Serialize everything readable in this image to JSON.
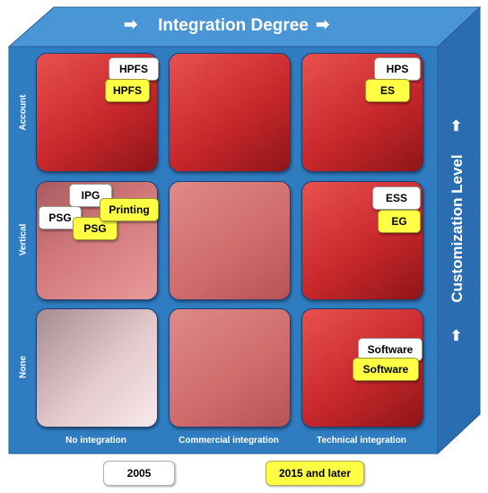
{
  "header": {
    "title": "Integration Degree",
    "arrow_left": "➡",
    "arrow_right": "➡"
  },
  "side": {
    "title": "Customization Level",
    "arrow_top": "➡",
    "arrow_bottom": "➡"
  },
  "rows": [
    "Account",
    "Vertical",
    "None"
  ],
  "columns": [
    "No integration",
    "Commercial integration",
    "Technical integration"
  ],
  "tags": {
    "account_no_white": "HPFS",
    "account_no_yellow": "HPFS",
    "account_tech_white": "HPS",
    "account_tech_yellow": "ES",
    "vertical_no_white_ipg": "IPG",
    "vertical_no_white_psg": "PSG",
    "vertical_no_yellow_psg": "PSG",
    "vertical_no_yellow_printing": "Printing",
    "vertical_tech_white": "ESS",
    "vertical_tech_yellow": "EG",
    "none_tech_white": "Software",
    "none_tech_yellow": "Software"
  },
  "legend": {
    "white_label": "2005",
    "yellow_label": "2015 and later"
  },
  "colors": {
    "frame_front": "#2f7cc0",
    "frame_top": "#3f8fd4",
    "frame_side": "#2468a8",
    "tag_white": "#ffffff",
    "tag_yellow": "#ffff44"
  }
}
